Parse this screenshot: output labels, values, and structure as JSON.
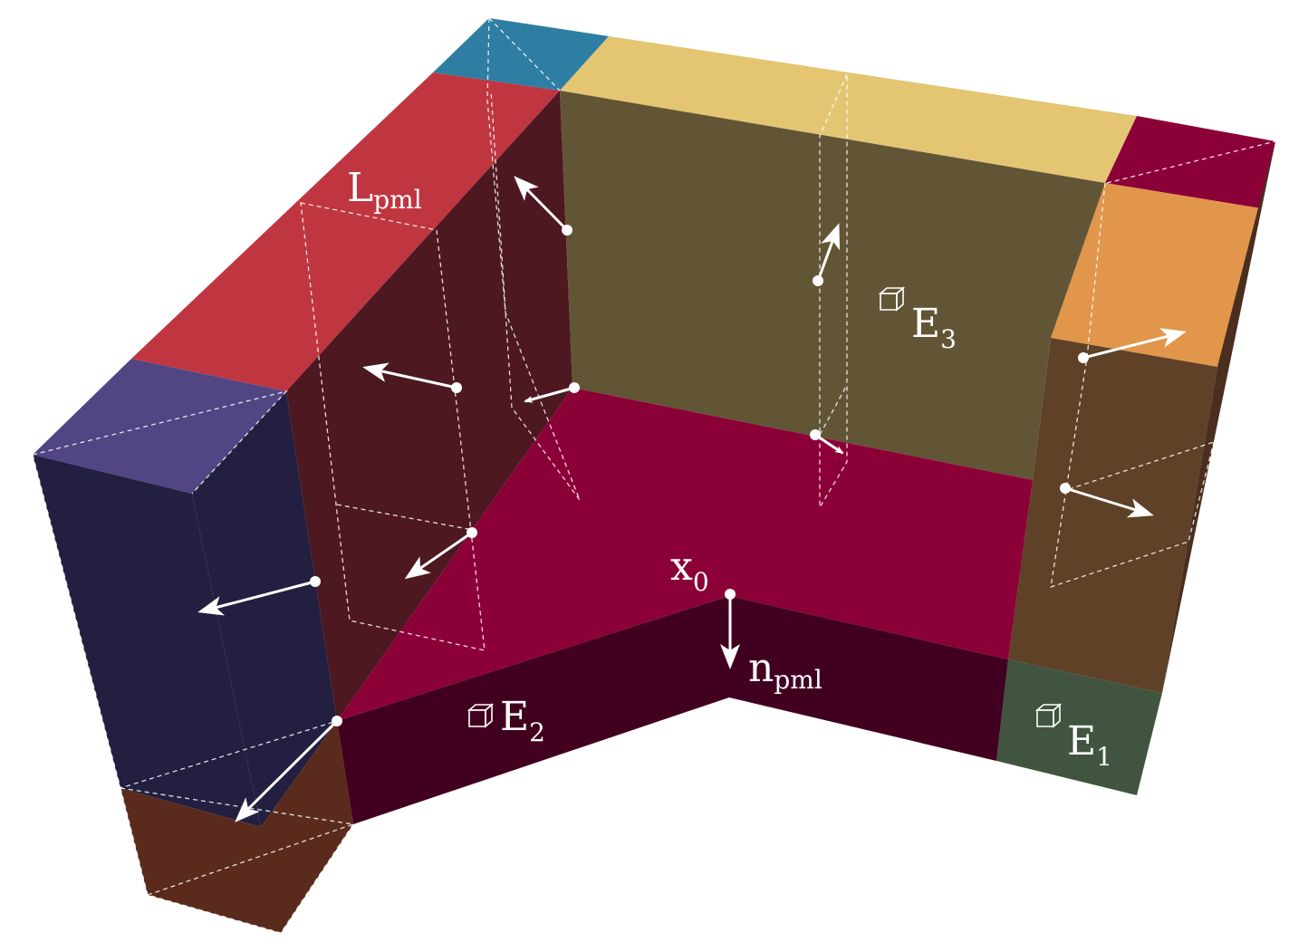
{
  "labels": {
    "l_main": "L",
    "l_sub": "pml",
    "x_main": "x",
    "x_sub": "0",
    "n_main": "n",
    "n_sub": "pml",
    "e1_main": "E",
    "e1_sub": "1",
    "e2_main": "E",
    "e2_sub": "2",
    "e3_main": "E",
    "e3_sub": "3"
  },
  "colors": {
    "top_blue": "#2e7ea3",
    "top_yellow": "#e4c572",
    "top_crimson": "#8c0038",
    "top_red": "#bf3641",
    "top_purple": "#524584",
    "orange": "#e1964b",
    "olive_wall": "#625536",
    "dark_left_wall": "#4d1820",
    "floor_magenta": "#8c0038",
    "front_dark": "#420020",
    "navy": "#221f40",
    "brown_right": "#5e4127",
    "green_corner": "#405440",
    "brown_bottom": "#5a2a1c"
  }
}
